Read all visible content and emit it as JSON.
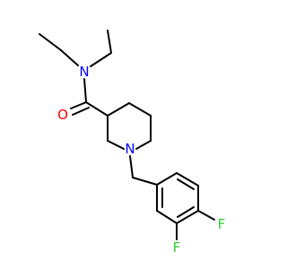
{
  "molecule": {
    "atoms": {
      "n_amide": {
        "symbol": "N",
        "color": "#0000ff"
      },
      "o_carbonyl": {
        "symbol": "O",
        "color": "#ff0000"
      },
      "n_ring": {
        "symbol": "N",
        "color": "#0000ff"
      },
      "f_para": {
        "symbol": "F",
        "color": "#33cc33"
      },
      "f_meta": {
        "symbol": "F",
        "color": "#33cc33"
      }
    },
    "bond_color": "#000000"
  }
}
